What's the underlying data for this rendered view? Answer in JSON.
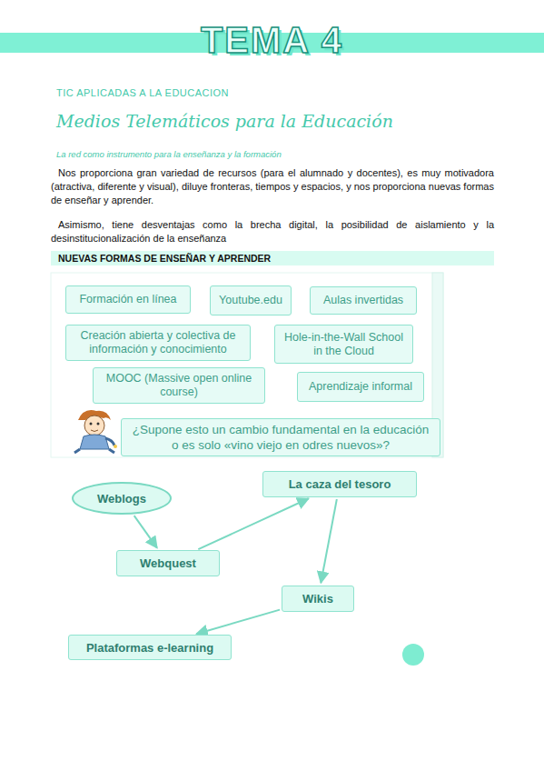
{
  "diagram": {
    "title": "TEMA 4",
    "nodes": [
      {
        "text": [
          "NUEVAS FORMAS DE ENSEÑAR Y APRENDER"
        ]
      },
      {
        "text": [
          "Formación en línea"
        ]
      },
      {
        "text": [
          "Youtube.edu"
        ]
      },
      {
        "text": [
          "Aulas invertidas"
        ]
      },
      {
        "text": [
          "Creación abierta y colectiva de información y conocimiento"
        ]
      },
      {
        "text": [
          "Hole-in-the-Wall School in the Cloud"
        ]
      },
      {
        "text": [
          "MOOC (Massive open online course)"
        ]
      },
      {
        "text": [
          "Aprendizaje informal"
        ]
      },
      {
        "text": [
          "¿Supone esto un cambio fundamental en la educación o es solo «vino viejo en odres nuevos»?"
        ]
      },
      {
        "text": [
          "Weblogs"
        ]
      },
      {
        "text": [
          "La caza del tesoro"
        ]
      },
      {
        "text": [
          "Webquest"
        ]
      },
      {
        "text": [
          "Wikis"
        ]
      },
      {
        "text": [
          "Plataformas e-learning"
        ]
      }
    ],
    "edges": [
      {
        "from": 9,
        "to": 11,
        "arrow": "to"
      },
      {
        "from": 11,
        "to": 10,
        "arrow": "to"
      },
      {
        "from": 10,
        "to": 12,
        "arrow": "to"
      },
      {
        "from": 12,
        "to": 13,
        "arrow": "to"
      }
    ],
    "labels": [
      "TIC APLICADAS A LA EDUCACION",
      "Medios Telemáticos para la Educación",
      "La red como instrumento para la enseñanza y la formación",
      "Nos proporciona gran variedad de recursos (para el alumnado y docentes), es muy motivadora (atractiva, diferente y visual), diluye fronteras, tiempos y espacios, y nos proporciona nuevas formas de enseñar y aprender.",
      "Asimismo, tiene desventajas como la brecha digital, la posibilidad de aislamiento y la desinstitucionalización de la enseñanza"
    ]
  }
}
